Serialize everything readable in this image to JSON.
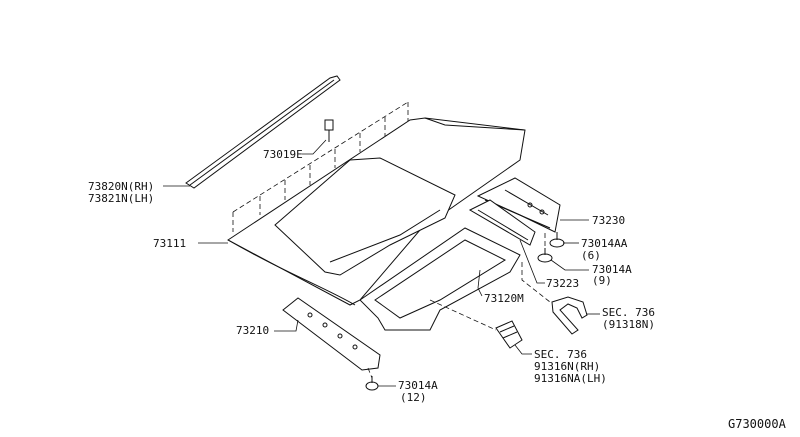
{
  "diagram": {
    "code": "G730000A",
    "parts": {
      "roof_rail_rh": "73820N(RH)",
      "roof_rail_lh": "73821N(LH)",
      "clip": "73019E",
      "roof_panel": "73111",
      "rear_rail": "73230",
      "bolt_aa": "73014AA",
      "bolt_aa_qty": "(6)",
      "bolt_a": "73014A",
      "bolt_a_qty": "(9)",
      "rear_bow": "73223",
      "sunroof_rein": "73120M",
      "sec_rear_section": "SEC. 736",
      "sec_rear_part": "(91318N)",
      "front_rail": "73210",
      "sec_front_section": "SEC. 736",
      "sec_front_rh": "91316N(RH)",
      "sec_front_lh": "91316NA(LH)",
      "bolt_front": "73014A",
      "bolt_front_qty": "(12)"
    }
  }
}
